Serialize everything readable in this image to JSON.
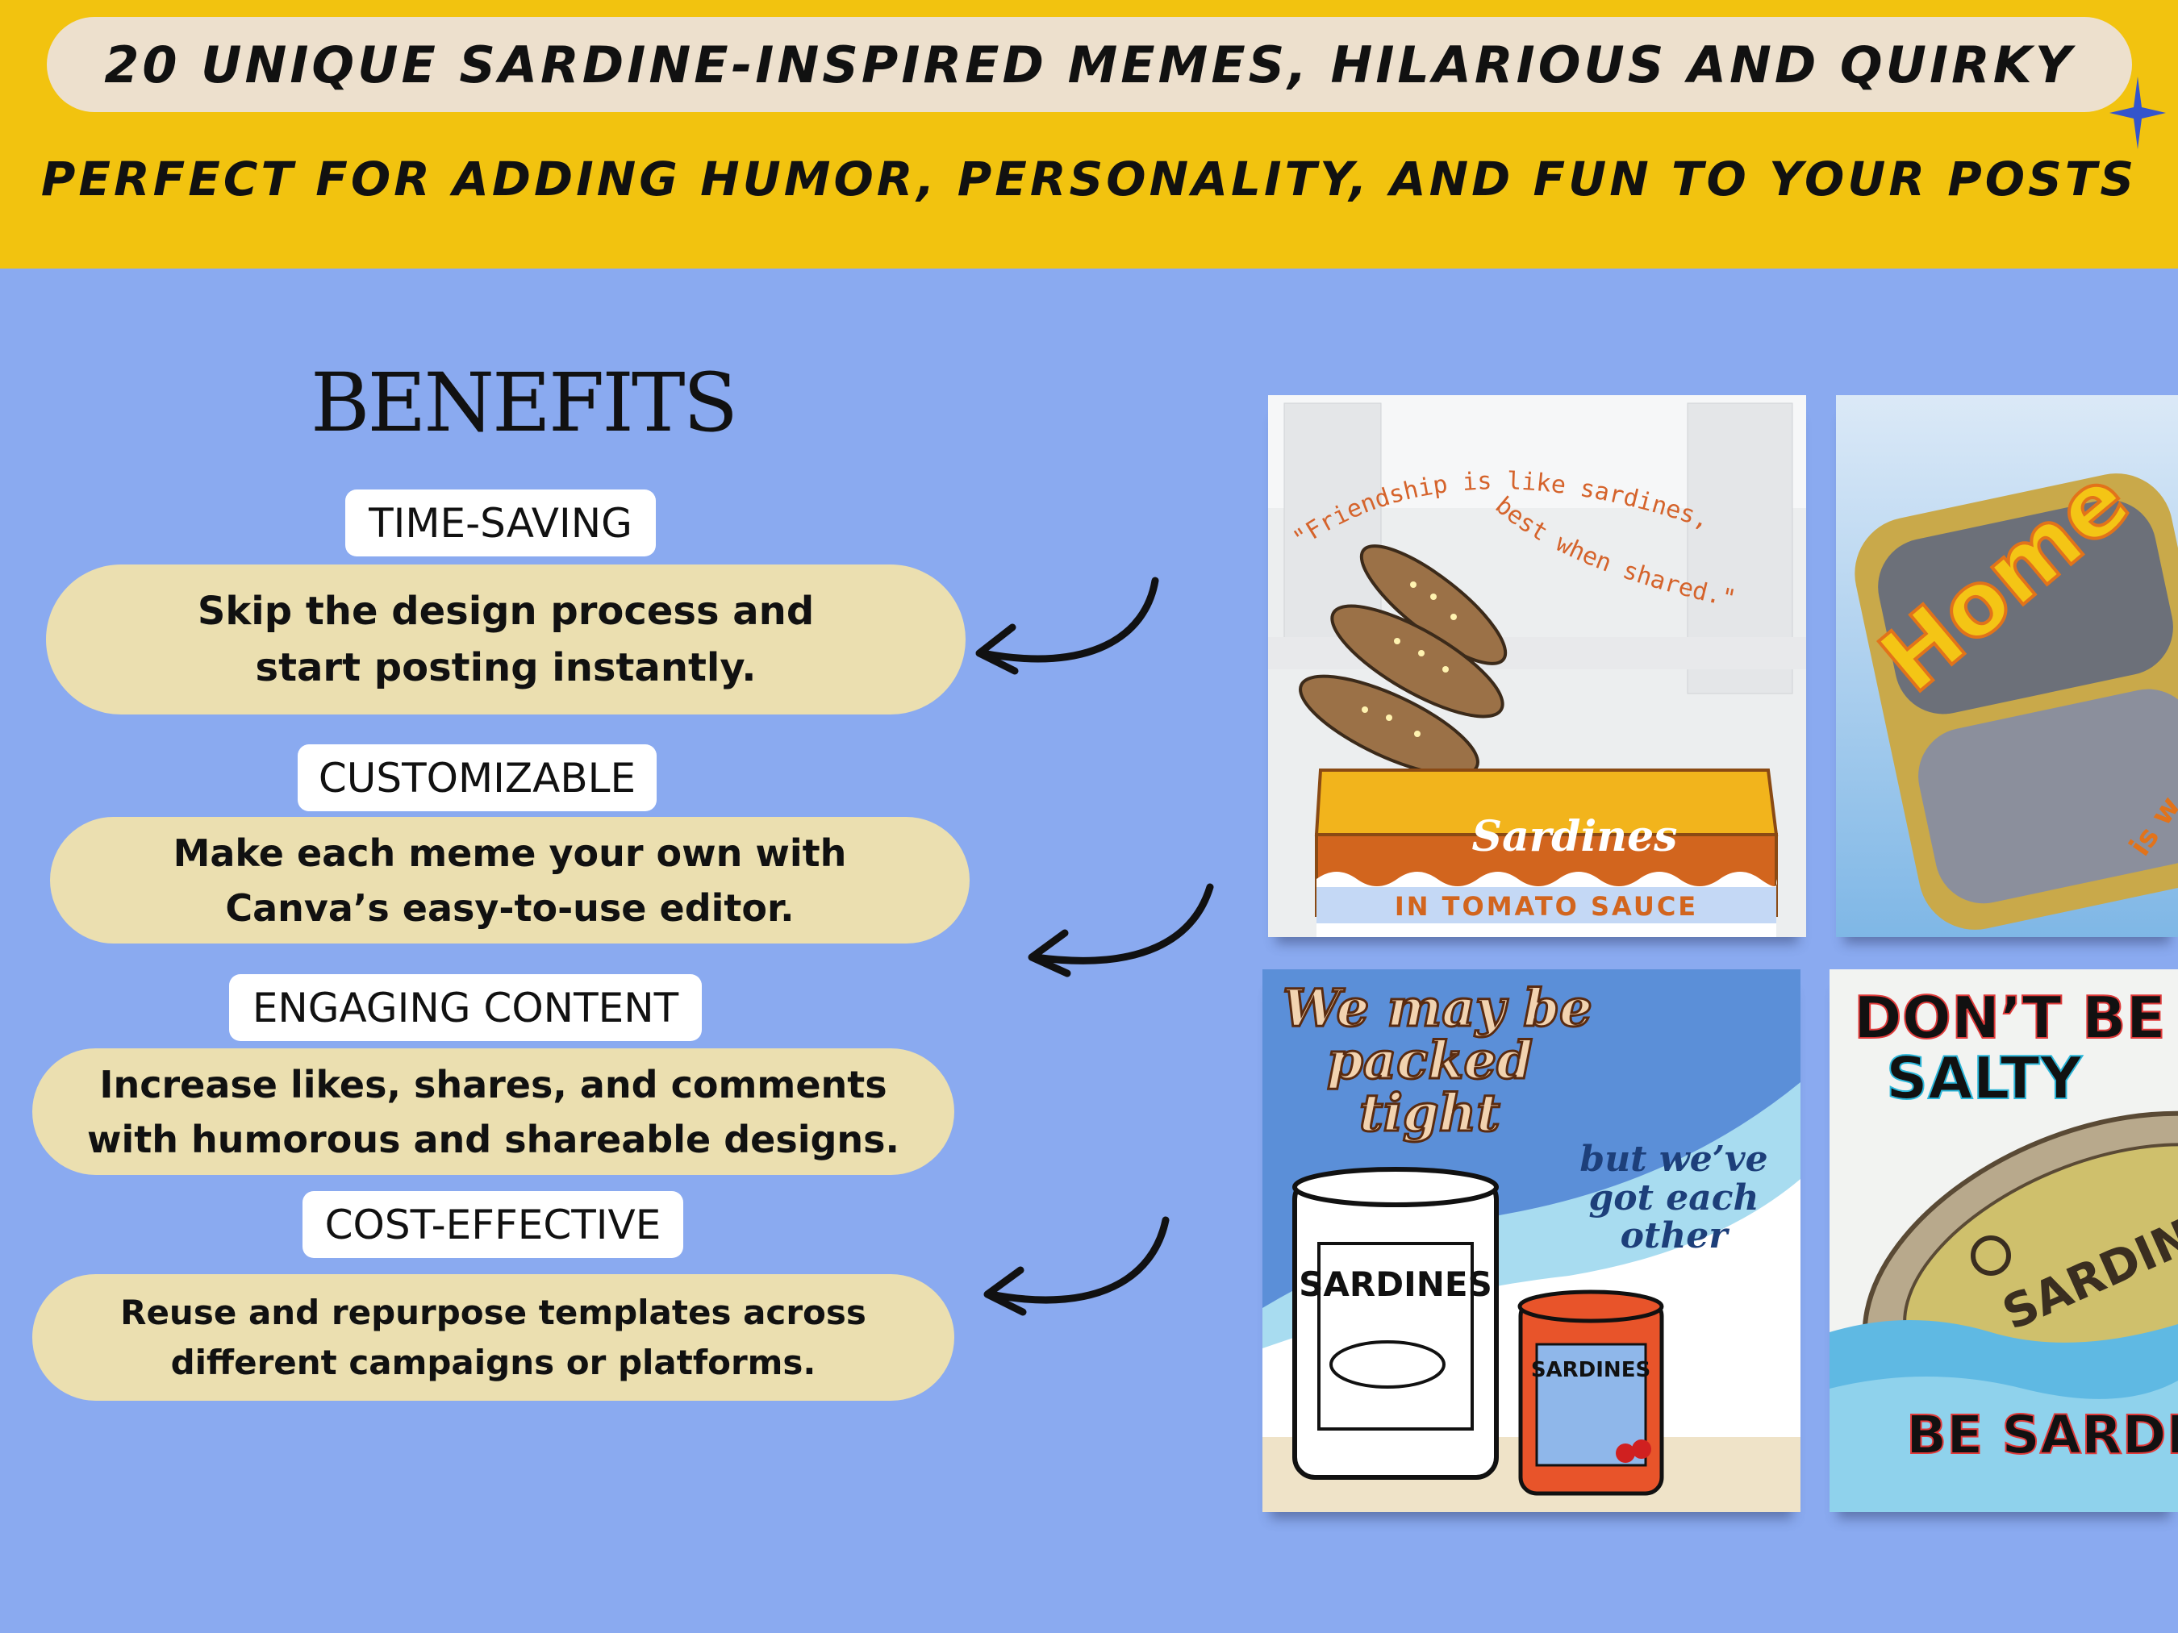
{
  "header": {
    "title": "20 UNIQUE SARDINE-INSPIRED MEMES, HILARIOUS AND QUIRKY",
    "subtitle": "PERFECT FOR ADDING HUMOR, PERSONALITY, AND FUN TO YOUR POSTS"
  },
  "benefits": {
    "heading": "BENEFITS",
    "items": [
      {
        "label": "TIME-SAVING",
        "description": "Skip the design process and start posting instantly."
      },
      {
        "label": "CUSTOMIZABLE",
        "description": "Make each meme your own with Canva’s easy-to-use editor."
      },
      {
        "label": "ENGAGING CONTENT",
        "description": "Increase likes, shares, and comments with humorous and shareable designs."
      },
      {
        "label": "COST-EFFECTIVE",
        "description": "Reuse and repurpose templates across different campaigns or platforms."
      }
    ]
  },
  "memes": {
    "friendship": {
      "quote_line1": "\"Friendship is like sardines,",
      "quote_line2": "best when shared.\"",
      "can_label": "Sardines",
      "can_sub": "IN TOMATO SAUCE"
    },
    "home": {
      "word": "Home",
      "partial": "is w"
    },
    "packed": {
      "line1": "We may be",
      "line2": "packed",
      "line3": "tight",
      "reply1": "but we’ve",
      "reply2": "got each",
      "reply3": "other",
      "can1": "SARDINES",
      "can2": "SARDINES"
    },
    "salty": {
      "line1": "DON’T BE",
      "line2": "SALTY",
      "tin": "SARDINES",
      "bottom": "BE SARDIN"
    }
  },
  "colors": {
    "header_band": "#f2c30f",
    "title_pill": "#ede0cd",
    "background": "#8aaaf0",
    "desc_pill": "#ebdfb0",
    "label_box": "#ffffff"
  }
}
